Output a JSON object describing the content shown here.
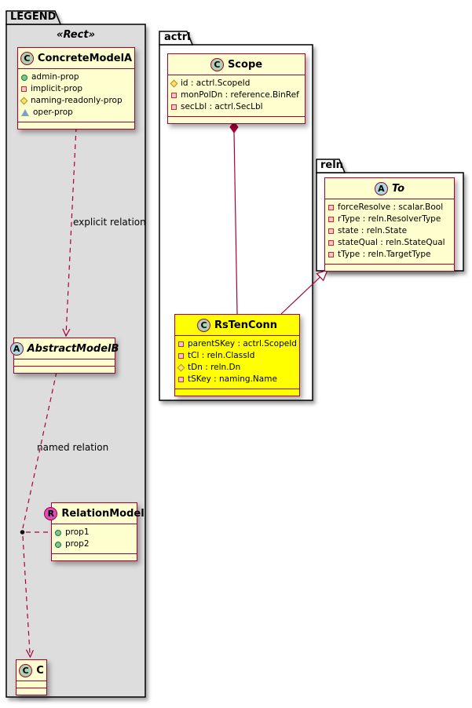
{
  "diagram": {
    "packages": {
      "legend": {
        "label": "LEGEND",
        "stereotype": "«Rect»"
      },
      "actrl": {
        "label": "actrl"
      },
      "reln": {
        "label": "reln"
      }
    },
    "edge_labels": {
      "explicit": "explicit relation",
      "named": "named relation"
    },
    "classes": {
      "concreteModelA": {
        "spot": "C",
        "name": "ConcreteModelA",
        "attrs": [
          {
            "vis": "public",
            "text": "admin-prop"
          },
          {
            "vis": "private",
            "text": "implicit-prop"
          },
          {
            "vis": "protected",
            "text": "naming-readonly-prop"
          },
          {
            "vis": "package",
            "text": "oper-prop"
          }
        ]
      },
      "abstractModelB": {
        "spot": "A",
        "name": "AbstractModelB"
      },
      "relationModel": {
        "spot": "R",
        "name": "RelationModel",
        "attrs": [
          {
            "vis": "public",
            "text": "prop1"
          },
          {
            "vis": "public",
            "text": "prop2"
          }
        ]
      },
      "classC": {
        "spot": "C",
        "name": "C"
      },
      "scope": {
        "spot": "C",
        "name": "Scope",
        "attrs": [
          {
            "vis": "protected",
            "text": "id : actrl.ScopeId"
          },
          {
            "vis": "private",
            "text": "monPolDn : reference.BinRef"
          },
          {
            "vis": "private",
            "text": "secLbl : actrl.SecLbl"
          }
        ]
      },
      "rsTenConn": {
        "spot": "C",
        "name": "RsTenConn",
        "attrs": [
          {
            "vis": "private",
            "text": "parentSKey : actrl.ScopeId"
          },
          {
            "vis": "private",
            "text": "tCl : reln.ClassId"
          },
          {
            "vis": "protected",
            "text": "tDn : reln.Dn"
          },
          {
            "vis": "private",
            "text": "tSKey : naming.Name"
          }
        ]
      },
      "to": {
        "spot": "A",
        "name": "To",
        "attrs": [
          {
            "vis": "private",
            "text": "forceResolve : scalar.Bool"
          },
          {
            "vis": "private",
            "text": "rType : reln.ResolverType"
          },
          {
            "vis": "private",
            "text": "state : reln.State"
          },
          {
            "vis": "private",
            "text": "stateQual : reln.StateQual"
          },
          {
            "vis": "private",
            "text": "tType : reln.TargetType"
          }
        ]
      }
    },
    "colors": {
      "class_bg": "#FEFECE",
      "class_border": "#A80036",
      "highlight_bg": "#FFFF00",
      "legend_bg": "#DDDDDD",
      "spot_class": "#ADD1B2",
      "spot_abstract": "#A9DCDF",
      "spot_relation": "#D94FBC"
    }
  }
}
